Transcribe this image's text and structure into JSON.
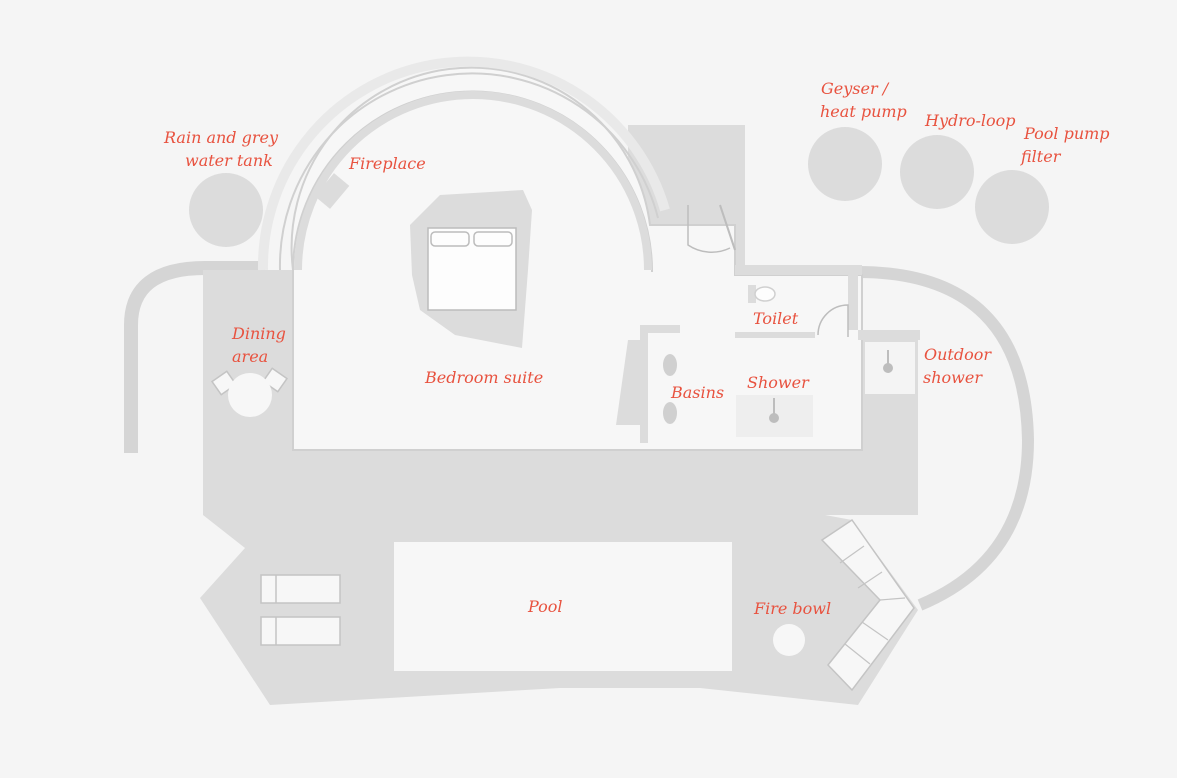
{
  "labels": {
    "rain_tank_1": "Rain and grey",
    "rain_tank_2": "water tank",
    "fireplace": "Fireplace",
    "geyser_1": "Geyser /",
    "geyser_2": "heat pump",
    "hydro_loop": "Hydro-loop",
    "pool_pump_1": "Pool pump",
    "pool_pump_2": "filter",
    "dining_1": "Dining",
    "dining_2": "area",
    "bedroom": "Bedroom suite",
    "toilet": "Toilet",
    "basins": "Basins",
    "shower": "Shower",
    "outdoor_1": "Outdoor",
    "outdoor_2": "shower",
    "pool": "Pool",
    "fire_bowl": "Fire bowl"
  },
  "colors": {
    "background": "#f5f5f5",
    "floor": "#dcdcdc",
    "interior": "#f7f7f7",
    "label": "#e8523f"
  }
}
